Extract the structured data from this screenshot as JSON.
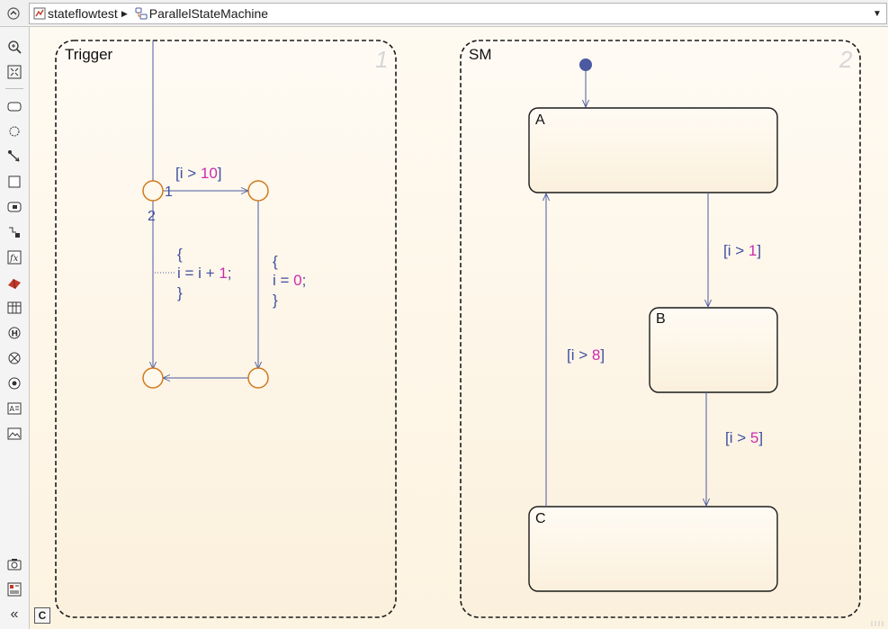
{
  "breadcrumb": {
    "model": "stateflowtest",
    "chart": "ParallelStateMachine"
  },
  "palette_tools": [
    "zoom-in-icon",
    "fit-to-view-icon",
    "state-tool-icon",
    "junction-tool-icon",
    "transition-tool-icon",
    "box-tool-icon",
    "simulink-state-icon",
    "simulink-function-icon",
    "graphical-function-icon",
    "matlab-function-icon",
    "truth-table-icon",
    "history-junction-icon",
    "exit-junction-icon",
    "entry-junction-icon",
    "annotation-icon",
    "image-icon",
    "snapshot-icon",
    "explorer-icon",
    "collapse-palette-icon"
  ],
  "chart": {
    "trigger": {
      "name": "Trigger",
      "order": "1",
      "cond_top": {
        "open": "[i > ",
        "num": "10",
        "close": "]"
      },
      "order_right": "1",
      "order_down": "2",
      "action_left": {
        "open": "{",
        "body": "i = i + ",
        "num": "1",
        "semi": ";",
        "close": "}"
      },
      "action_right": {
        "open": "{",
        "body": "i = ",
        "num": "0",
        "semi": ";",
        "close": "}"
      }
    },
    "sm": {
      "name": "SM",
      "order": "2",
      "state_a": "A",
      "state_b": "B",
      "state_c": "C",
      "cond_ab": {
        "open": "[i > ",
        "num": "1",
        "close": "]"
      },
      "cond_bc": {
        "open": "[i > ",
        "num": "5",
        "close": "]"
      },
      "cond_ca": {
        "open": "[i > ",
        "num": "8",
        "close": "]"
      }
    }
  },
  "badge": "C",
  "colors": {
    "junction": "#d07a1e",
    "transition": "#4b5aa0",
    "keyword": "#cc2bb0",
    "label": "#3f4fa0",
    "order": "#d6d6d6",
    "default_dot": "#4b5aa0"
  }
}
